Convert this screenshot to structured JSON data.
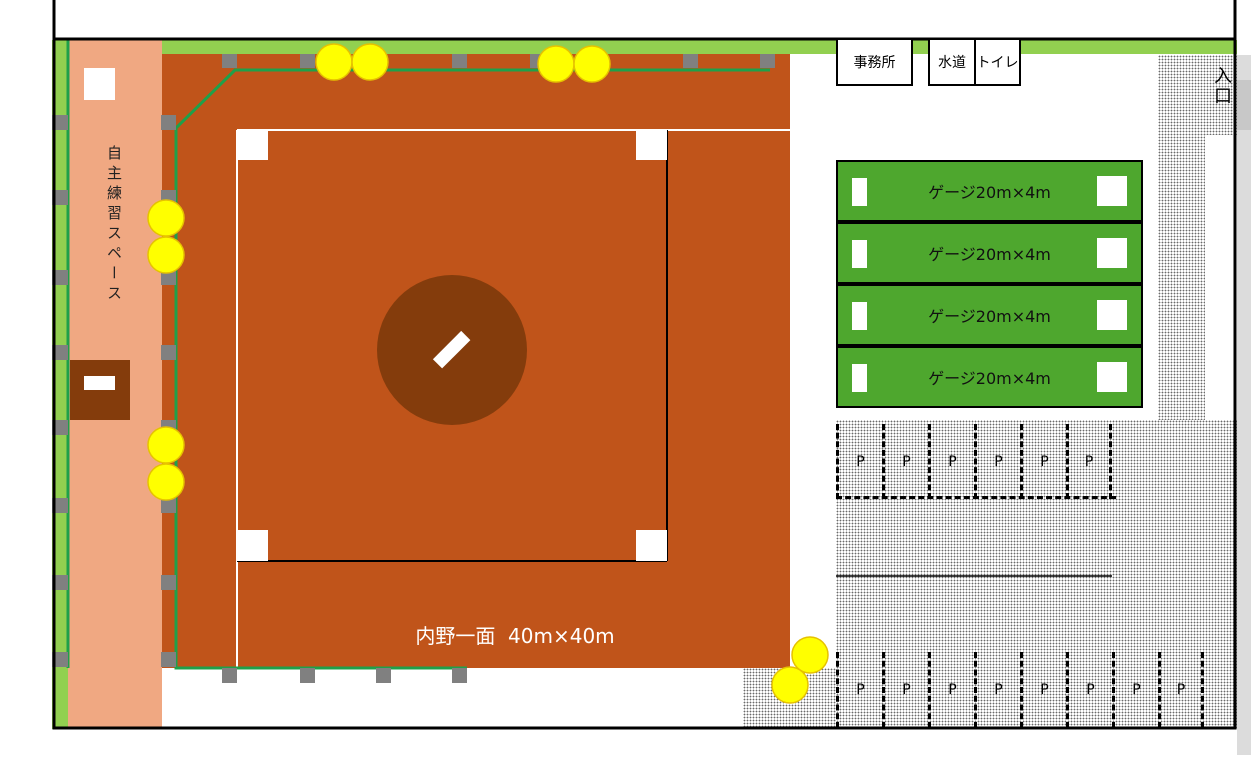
{
  "practice_space": {
    "label": "自主練習スペース"
  },
  "infield": {
    "label": "内野一面  40m×40m"
  },
  "buildings": {
    "office": "事務所",
    "water": "水道",
    "toilet": "トイレ"
  },
  "entrance": {
    "label": "入口"
  },
  "cages": [
    {
      "label": "ゲージ20m×4m"
    },
    {
      "label": "ゲージ20m×4m"
    },
    {
      "label": "ゲージ20m×4m"
    },
    {
      "label": "ゲージ20m×4m"
    }
  ],
  "parking": {
    "top_row": [
      "P",
      "P",
      "P",
      "P",
      "P",
      "P"
    ],
    "bottom_row": [
      "P",
      "P",
      "P",
      "P",
      "P",
      "P",
      "P",
      "P"
    ]
  },
  "colors": {
    "field": "#c0541a",
    "mound": "#843c0c",
    "practice": "#f0a882",
    "grass": "#92d050",
    "fence": "#1fa04a",
    "cage": "#4ea72e",
    "light": "#ffff00"
  }
}
